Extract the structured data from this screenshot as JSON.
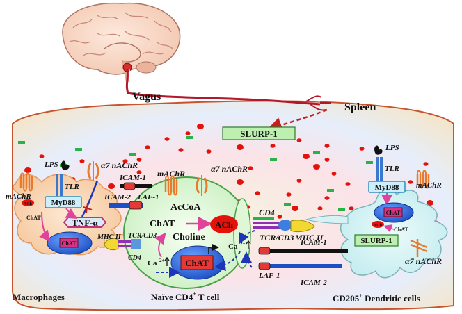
{
  "labels": {
    "vagus": "Vagus",
    "spleen": "Spleen",
    "slurp_top": "SLURP-1",
    "slurp_right": "SLURP-1",
    "macrophages": "Macrophages",
    "naive_t": "Naïve CD4",
    "naive_t_sup": "+",
    "naive_t_tail": " T cell",
    "dendritic": "CD205",
    "dendritic_sup": "+",
    "dendritic_tail": " Dendritic cells",
    "lps_left": "LPS",
    "tlr_left": "TLR",
    "myd88_left": "MyD88",
    "machr_left": "mAChR",
    "chat_small_left": "ChAT",
    "tnf": "TNF-α",
    "chat_mac_nucleus": "ChAT",
    "mhc2_left": "MHC II",
    "tcr_cd3_left": "TCR/CD3",
    "cd4_left": "CD4",
    "a7_left": "α7 nAChR",
    "icam1_left": "ICAM-1",
    "icam2_left": "ICAM-2",
    "laf1_left": "LAF-1",
    "machr_mid": "mAChR",
    "a7_mid": "α7 nAChR",
    "accoa": "AcCoA",
    "chat_t": "ChAT",
    "ach": "ACh",
    "choline": "Choline",
    "ca_left": "Ca",
    "ca_right": "Ca",
    "chat_t_nucleus": "ChAT",
    "cd4_right": "CD4",
    "tcr_cd3_right": "TCR/CD3",
    "mhc2_right": "MHC II",
    "icam1_right": "ICAM-1",
    "laf1_right": "LAF-1",
    "icam2_right": "ICAM-2",
    "lps_right": "LPS",
    "tlr_right": "TLR",
    "myd88_right": "MyD88",
    "machr_right": "mAChR",
    "chat_dc_nucleus": "ChAT",
    "ach_small_dc": "ACh",
    "chat_small_dc": "ChAT",
    "a7_right": "α7 nAChR",
    "ach_small_mac": "ACh"
  },
  "colors": {
    "spleen_fill": "#f3e6cf",
    "spleen_stroke": "#c8542e",
    "nerve": "#b2182b",
    "ach_dot": "#e3120b",
    "green_dash": "#27b24a",
    "nucleus": "#1f5fd6",
    "chat_box": "#d63384",
    "myd88_fill": "#cdeffb",
    "slurp_fill": "#bdf0b0",
    "t_cell_fill": "#dff7d6",
    "dc_fill": "#d8f1f4",
    "mac_fill": "#f9d9b9"
  }
}
